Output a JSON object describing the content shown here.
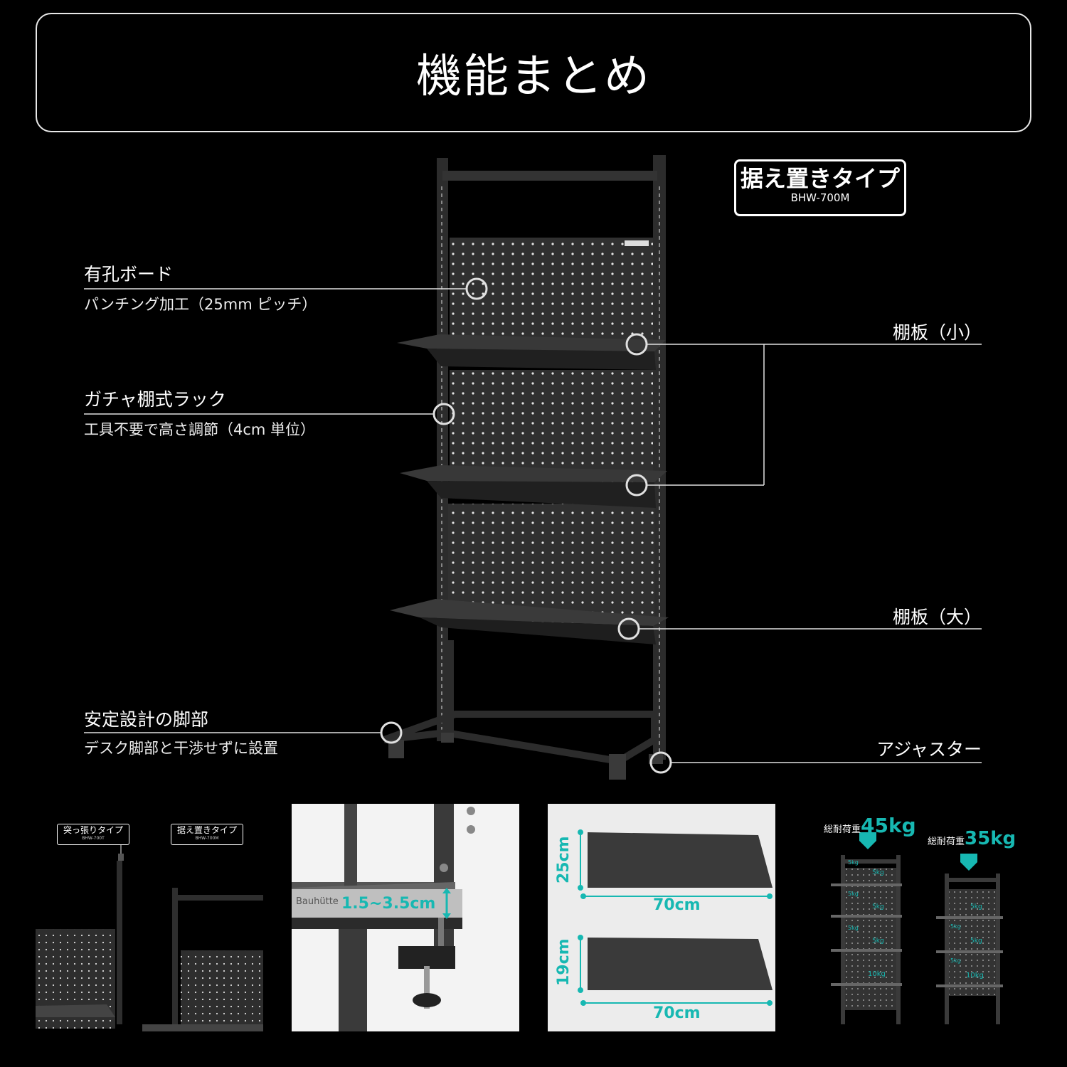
{
  "header": {
    "title": "機能まとめ"
  },
  "badge": {
    "title": "据え置きタイプ",
    "model": "BHW-700M"
  },
  "callouts": {
    "pegboard": {
      "title": "有孔ボード",
      "desc": "パンチング加工（25mm ピッチ）"
    },
    "rack": {
      "title": "ガチャ棚式ラック",
      "desc": "工具不要で高さ調節（4cm 単位）"
    },
    "legs": {
      "title": "安定設計の脚部",
      "desc": "デスク脚部と干渉せずに設置"
    },
    "shelf_small": {
      "title": "棚板（小）"
    },
    "shelf_large": {
      "title": "棚板（大）"
    },
    "adjuster": {
      "title": "アジャスター"
    }
  },
  "product_logo": "Bauhütte",
  "thumbs": {
    "type_tension": {
      "label": "突っ張りタイプ",
      "model": "BHW-700T"
    },
    "type_standing": {
      "label": "据え置きタイプ",
      "model": "BHW-700M"
    },
    "clamp": {
      "range": "1.5~3.5cm",
      "brand": "Bauhütte"
    },
    "shelves": {
      "shelf1_depth": "25cm",
      "shelf1_width": "70cm",
      "shelf2_depth": "19cm",
      "shelf2_width": "70cm"
    },
    "load": {
      "left_label": "総耐荷重",
      "left_value": "45kg",
      "right_label": "総耐荷重",
      "right_value": "35kg",
      "left_shelves": [
        "5kg",
        "5kg",
        "5kg",
        "5kg",
        "5kg",
        "5kg",
        "10kg"
      ],
      "right_shelves": [
        "5kg",
        "5kg",
        "5kg",
        "5kg",
        "10kg"
      ]
    }
  },
  "colors": {
    "background": "#000000",
    "accent": "#17b8b2",
    "metal": "#2e2e2e"
  }
}
